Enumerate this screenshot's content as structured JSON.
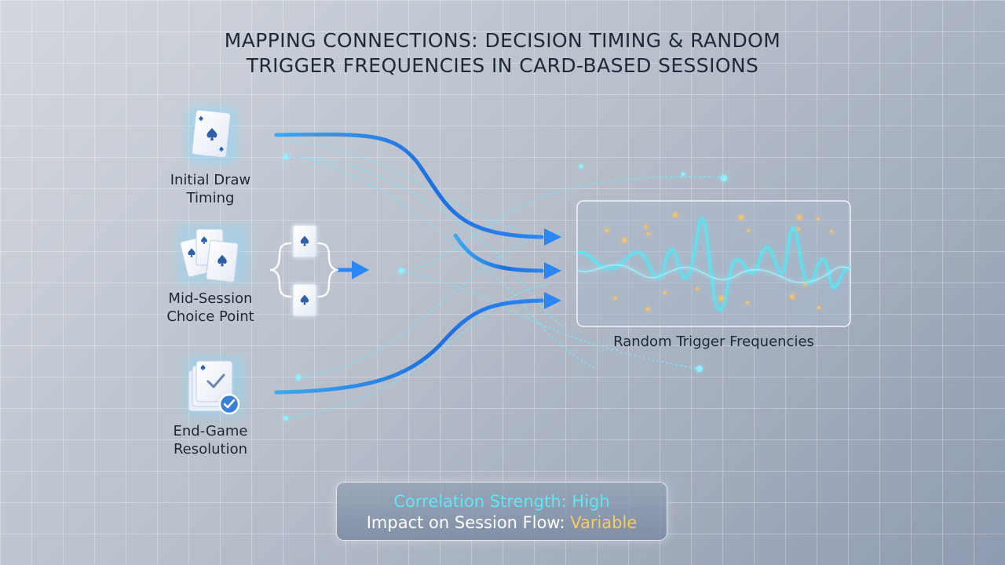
{
  "title": {
    "line1": "MAPPING CONNECTIONS: DECISION TIMING & RANDOM",
    "line2": "TRIGGER FREQUENCIES IN CARD-BASED SESSIONS"
  },
  "nodes": [
    {
      "id": "initial",
      "line1": "Initial Draw",
      "line2": "Timing",
      "icon": "single-card-icon"
    },
    {
      "id": "mid",
      "line1": "Mid-Session",
      "line2": "Choice Point",
      "icon": "card-fan-icon"
    },
    {
      "id": "end",
      "line1": "End-Game",
      "line2": "Resolution",
      "icon": "card-stack-check-icon"
    }
  ],
  "target_label": "Random Trigger Frequencies",
  "summary": {
    "correlation_label": "Correlation Strength:",
    "correlation_value": "High",
    "impact_label": "Impact on Session Flow:",
    "impact_value": "Variable"
  },
  "colors": {
    "flow_blue": "#1f6fe0",
    "wave_cyan": "#58e6f5",
    "spark_gold": "#f5c26a",
    "title_text": "#1f2a36"
  }
}
